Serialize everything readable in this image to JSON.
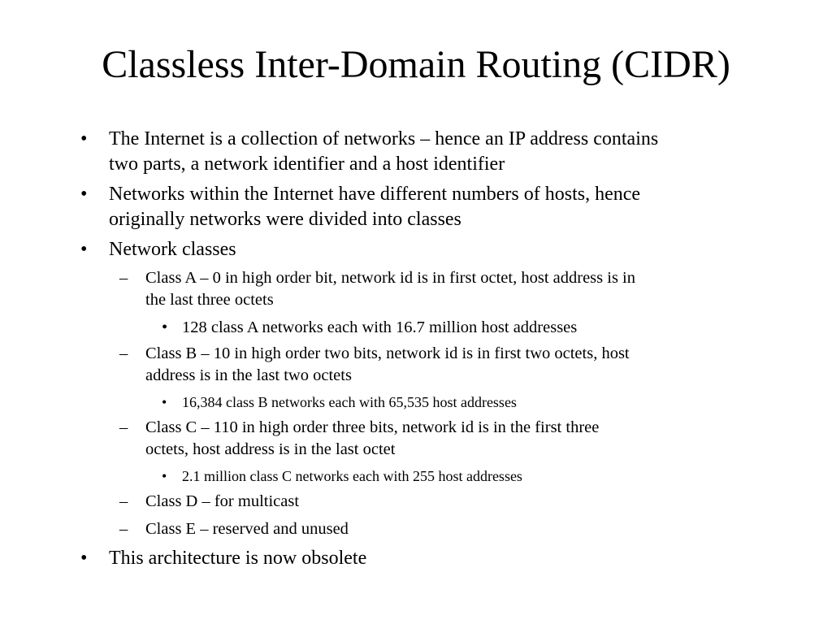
{
  "slide": {
    "title": "Classless Inter-Domain Routing (CIDR)",
    "bullets": {
      "b1": {
        "marker": "•",
        "line1": "The Internet is a collection of networks – hence an IP address contains",
        "line2": "two parts, a network identifier and a host identifier"
      },
      "b2": {
        "marker": "•",
        "line1": "Networks within the Internet have different numbers of hosts, hence",
        "line2": "originally networks were divided into classes"
      },
      "b3": {
        "marker": "•",
        "line1": "Network classes",
        "class_a": {
          "marker": "–",
          "line1": "Class A – 0 in high order bit, network id is in first octet, host address is in",
          "line2": "the last three octets",
          "sub": {
            "marker": "•",
            "text": "128 class A networks each with 16.7 million host addresses"
          }
        },
        "class_b": {
          "marker": "–",
          "line1": "Class B – 10 in high order two bits, network id is in first two octets, host",
          "line2": "address is in the last two octets",
          "sub": {
            "marker": "•",
            "text": "16,384 class B networks each with 65,535 host addresses"
          }
        },
        "class_c": {
          "marker": "–",
          "line1": "Class C – 110 in high order three bits, network id is in the first three",
          "line2": "octets, host address is in the last octet",
          "sub": {
            "marker": "•",
            "text": "2.1 million class C networks each with 255 host addresses"
          }
        },
        "class_d": {
          "marker": "–",
          "text": "Class D – for multicast"
        },
        "class_e": {
          "marker": "–",
          "text": "Class E – reserved and unused"
        }
      },
      "b4": {
        "marker": "•",
        "line1": "This architecture is now obsolete"
      }
    }
  }
}
